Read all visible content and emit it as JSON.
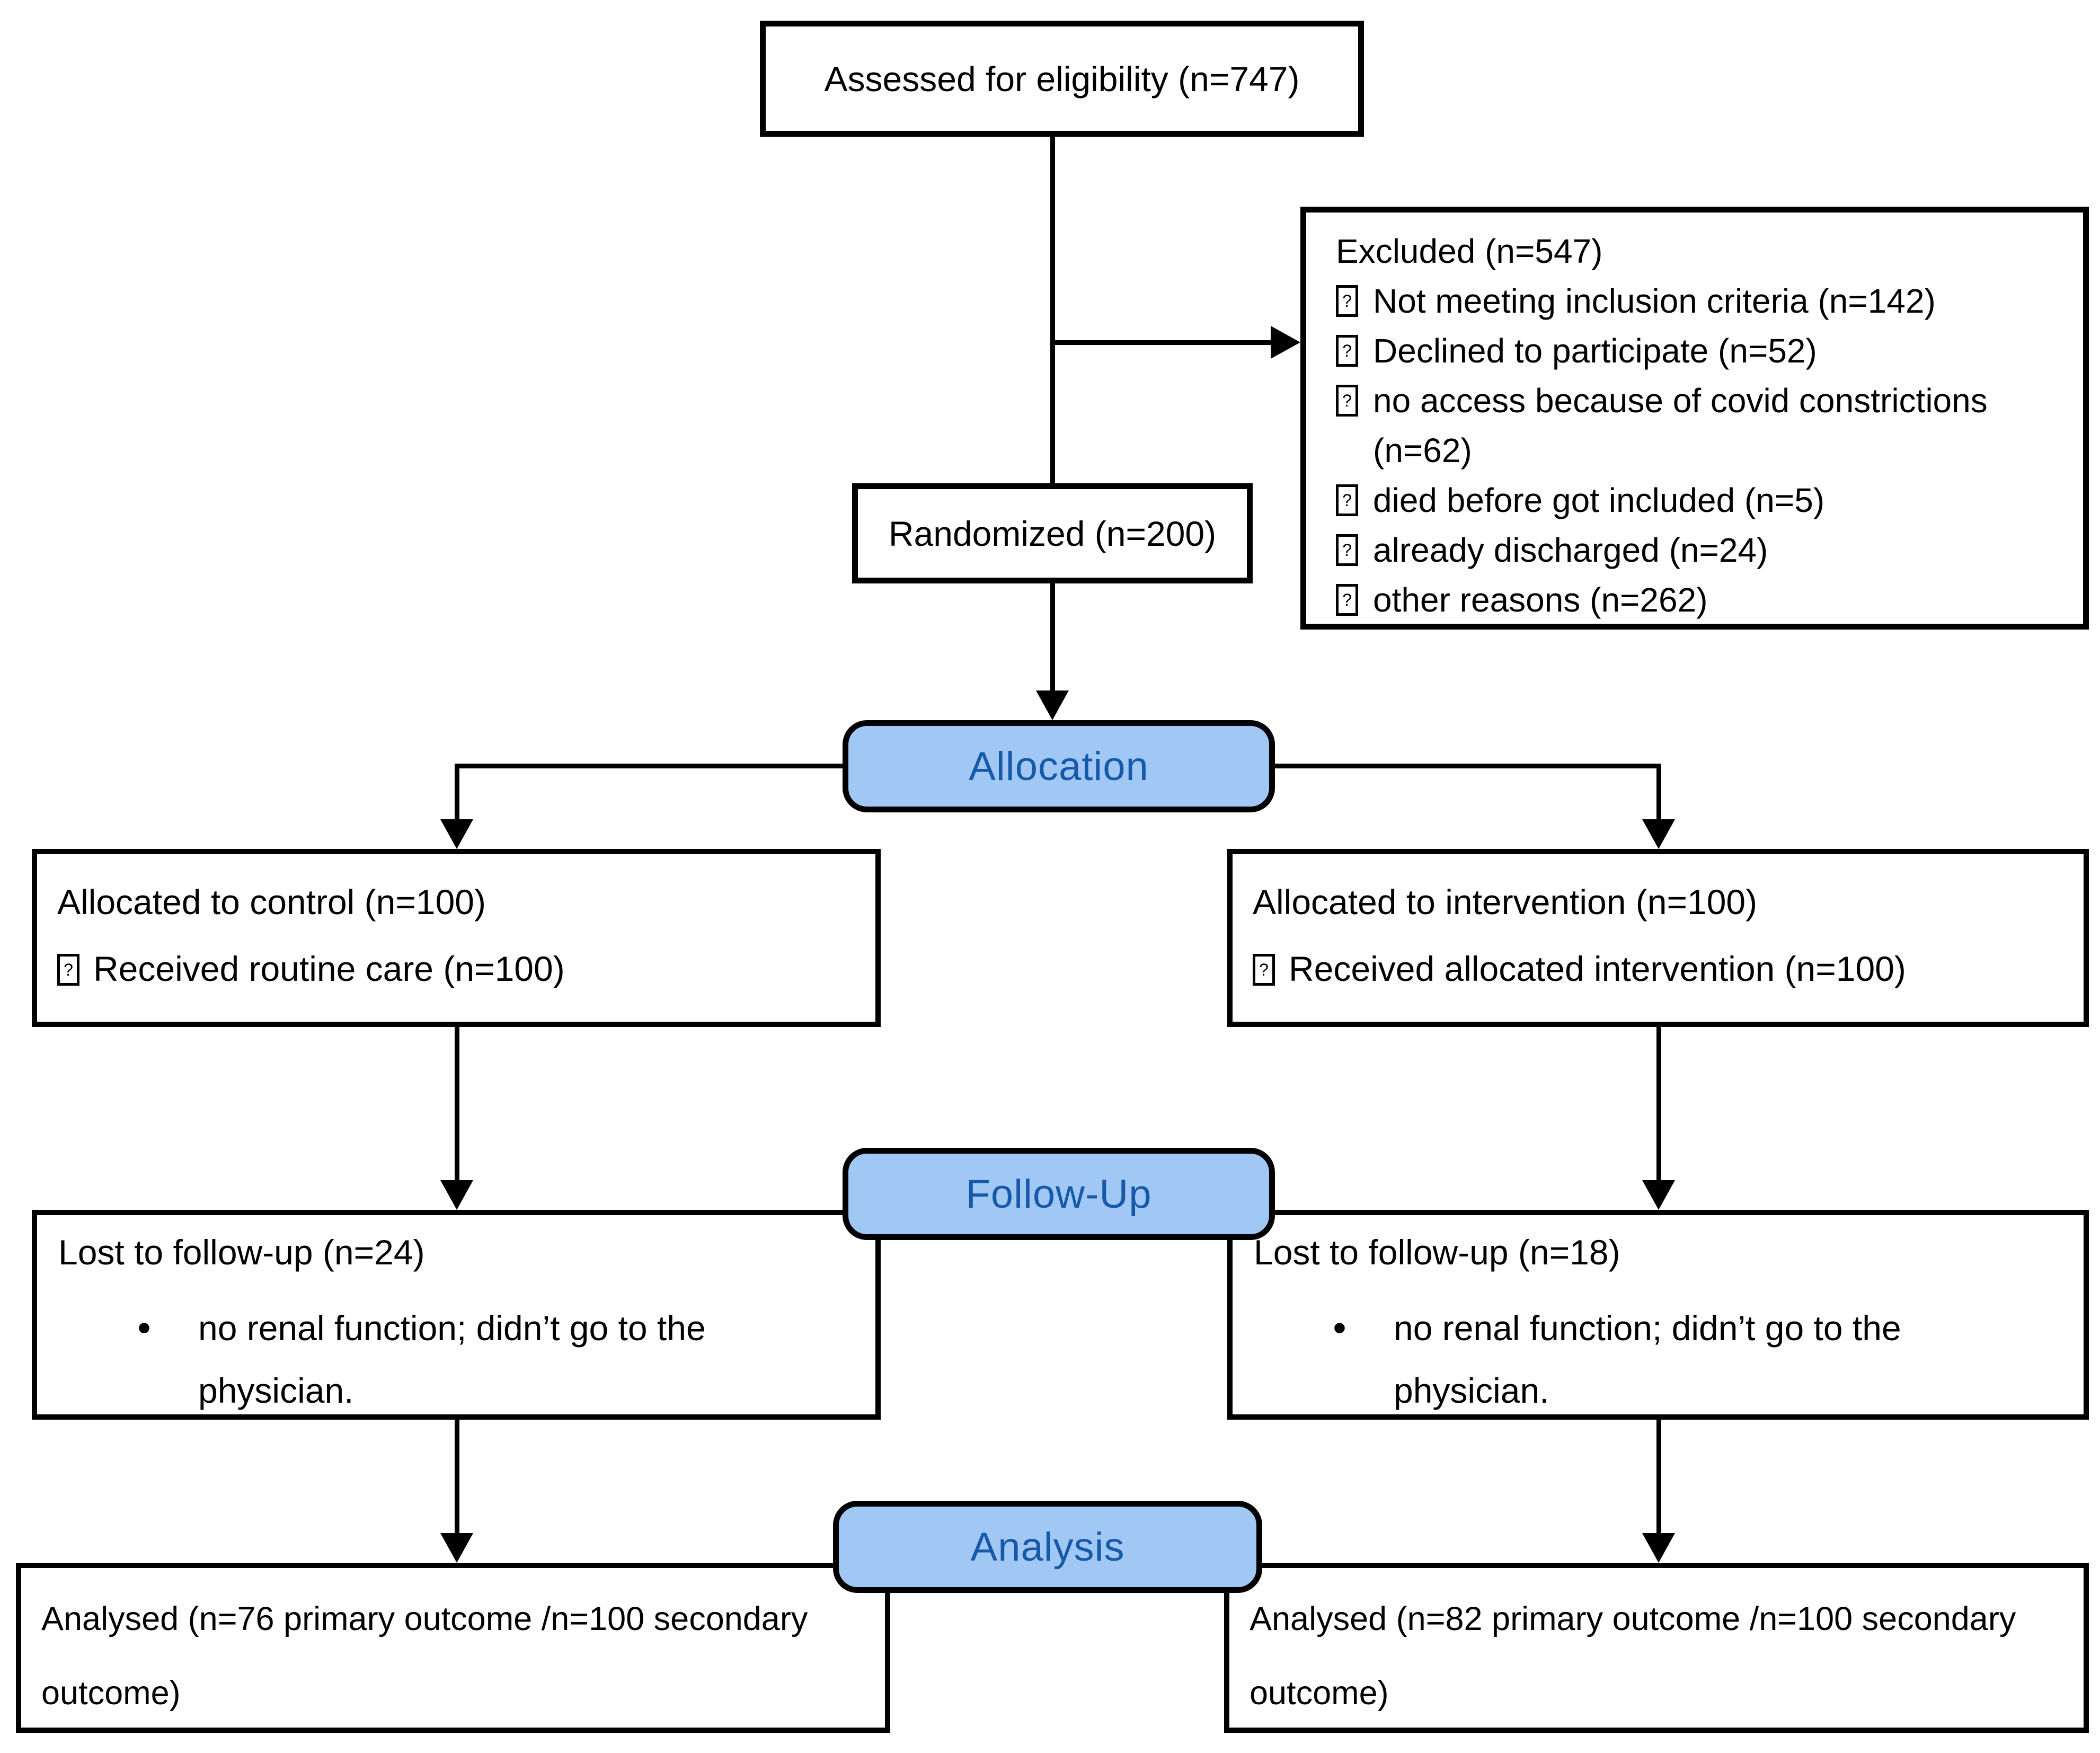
{
  "colors": {
    "stage_fill": "#A1C8F5",
    "stage_text": "#1659A8",
    "line": "#000000"
  },
  "bullets": {
    "missing_glyph": "?",
    "dot": "•"
  },
  "flow": {
    "assessed": "Assessed for eligibility (n=747)",
    "excluded": {
      "title": "Excluded (n=547)",
      "items": [
        "Not meeting inclusion criteria (n=142)",
        "Declined to participate (n=52)",
        "no access because of covid constrictions (n=62)",
        "died before got included (n=5)",
        "already discharged (n=24)",
        "other reasons (n=262)"
      ]
    },
    "randomized": "Randomized (n=200)",
    "stages": {
      "allocation": "Allocation",
      "followup": "Follow-Up",
      "analysis": "Analysis"
    },
    "allocation_left": {
      "title": "Allocated to control (n=100)",
      "item": "Received routine care (n=100)"
    },
    "allocation_right": {
      "title": "Allocated to intervention (n=100)",
      "item": "Received allocated intervention (n=100)"
    },
    "followup_left": {
      "title": "Lost to follow-up (n=24)",
      "item": "no renal function; didn’t go to the physician."
    },
    "followup_right": {
      "title": "Lost to follow-up (n=18)",
      "item": "no renal function; didn’t go to the physician."
    },
    "analysis_left": "Analysed (n=76 primary outcome /n=100 secondary outcome)",
    "analysis_right": "Analysed (n=82 primary outcome /n=100 secondary outcome)"
  }
}
